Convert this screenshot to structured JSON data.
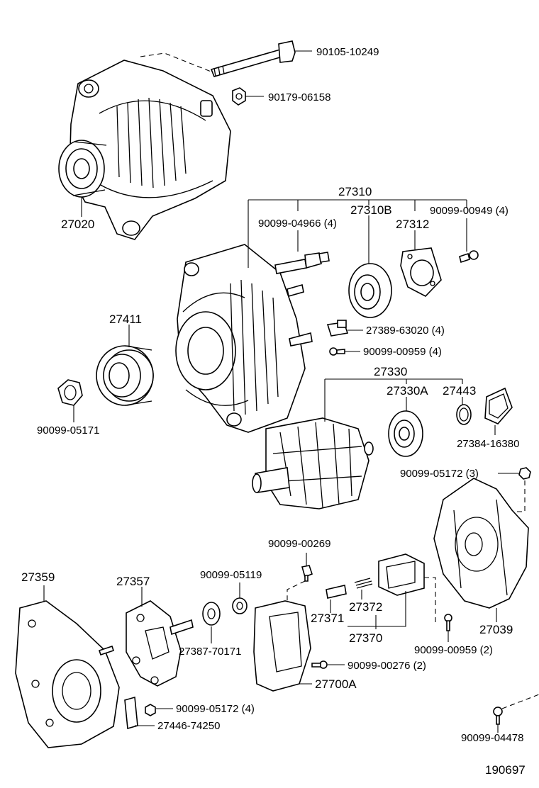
{
  "diagram_id": "190697",
  "callouts": {
    "bolt_top": "90105-10249",
    "nut_top": "90179-06158",
    "alternator_assy": "27020",
    "frame_assy": "27310",
    "frame_stud": "90099-04966 (4)",
    "bearing_front": "27310B",
    "retainer_plate": "27312",
    "retainer_screw": "90099-00949 (4)",
    "terminal_insulator": "27389-63020 (4)",
    "small_screw_a": "90099-00959 (4)",
    "pulley": "27411",
    "pulley_nut": "90099-05171",
    "rotor_assy": "27330",
    "bearing_rear": "27330A",
    "bearing_cover": "27443",
    "retainer_ring": "27384-16380",
    "rear_nut": "90099-05172 (3)",
    "bolt_a": "90099-00269",
    "nut_b": "90099-05119",
    "end_cover": "27359",
    "rectifier": "27357",
    "terminal_bolt": "27387-70171",
    "brush": "27371",
    "spring": "27372",
    "brush_holder": "27370",
    "rear_frame": "27039",
    "screw_b": "90099-00959 (2)",
    "screw_c": "90099-00276 (2)",
    "regulator": "27700A",
    "nut_d": "90099-05172 (4)",
    "insulator_b": "27446-74250",
    "screw_d": "90099-04478"
  }
}
